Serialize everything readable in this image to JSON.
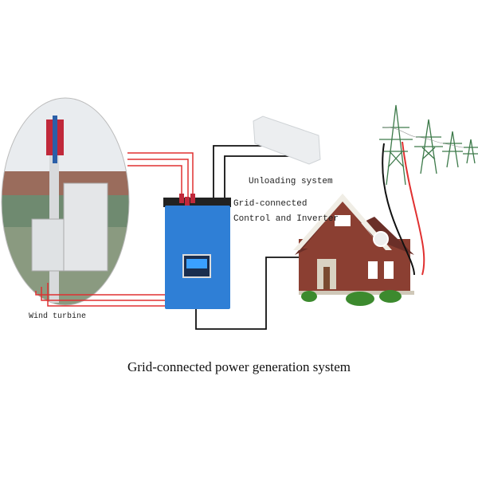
{
  "labels": {
    "unloading": "Unloading system",
    "inverter_line1": "Grid-connected",
    "inverter_line2": "Control and Inverter",
    "wind_turbine": "Wind turbine"
  },
  "caption": "Grid-connected power generation system",
  "colors": {
    "inverter_blue": "#2f7fd6",
    "ac_wire": "#e03030",
    "dc_wire": "#111111",
    "house_brick": "#8b3f32",
    "roof": "#6b2f28"
  }
}
